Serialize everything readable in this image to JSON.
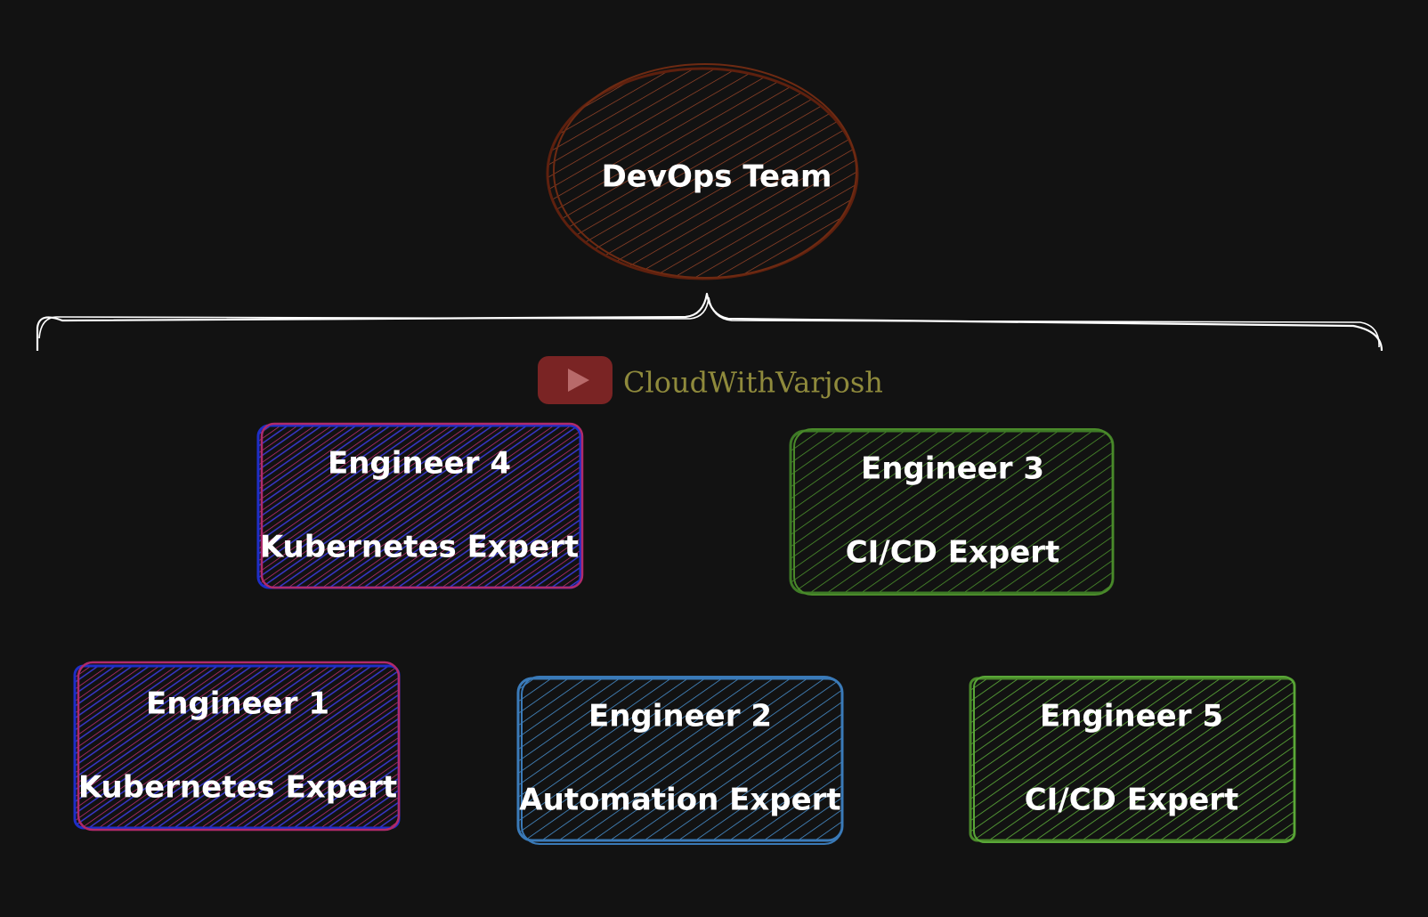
{
  "diagram": {
    "root": {
      "label": "DevOps Team",
      "color": "#6b2410",
      "stroke": "#5a1f0e"
    },
    "watermark": {
      "text": "CloudWithVarjosh",
      "icon": "youtube-play-icon",
      "icon_color": "#7a2424",
      "text_color": "#8f8a3c"
    },
    "engineers": [
      {
        "name": "Engineer 4",
        "role": "Kubernetes Expert",
        "fill": "#5b2a9c",
        "stroke": "#b02a6a",
        "stroke2": "#1f2ec8"
      },
      {
        "name": "Engineer 3",
        "role": "CI/CD Expert",
        "fill": "#2f6a1e",
        "stroke": "#3e7a26",
        "stroke2": "#3e7a26"
      },
      {
        "name": "Engineer 1",
        "role": "Kubernetes Expert",
        "fill": "#5b2a9c",
        "stroke": "#b02a6a",
        "stroke2": "#1f2ec8"
      },
      {
        "name": "Engineer 2",
        "role": "Automation Expert",
        "fill": "#1f5f9a",
        "stroke": "#3a7ab8",
        "stroke2": "#3a7ab8"
      },
      {
        "name": "Engineer 5",
        "role": "CI/CD Expert",
        "fill": "#3c7a22",
        "stroke": "#4a8a2a",
        "stroke2": "#4a8a2a"
      }
    ]
  }
}
